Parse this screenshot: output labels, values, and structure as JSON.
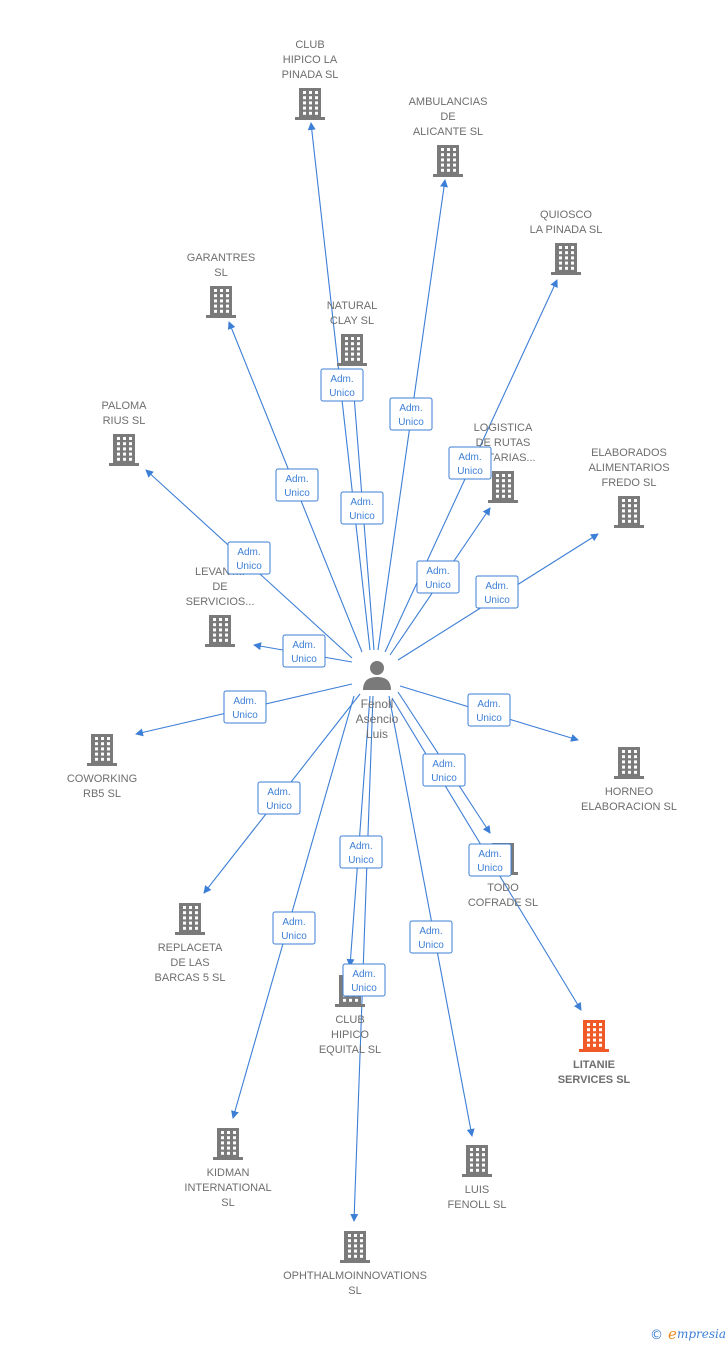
{
  "center": {
    "name_lines": [
      "Fenoll",
      "Asencio",
      "Luis"
    ],
    "icon": "person-icon"
  },
  "relation_label_lines": [
    "Adm.",
    "Unico"
  ],
  "colors": {
    "edge": "#3d7fd6",
    "company_icon": "#7a7a7a",
    "highlight_icon": "#f05a28",
    "person_icon": "#7a7a7a",
    "label": "#6e6e6e"
  },
  "companies": [
    {
      "id": "club-hipico-la-pinada",
      "lines": [
        "CLUB",
        "HIPICO LA",
        "PINADA SL"
      ],
      "highlight": false
    },
    {
      "id": "ambulancias-de-alicante",
      "lines": [
        "AMBULANCIAS",
        "DE",
        "ALICANTE SL"
      ],
      "highlight": false
    },
    {
      "id": "quiosco-la-pinada",
      "lines": [
        "QUIOSCO",
        "LA PINADA SL"
      ],
      "highlight": false
    },
    {
      "id": "garantres",
      "lines": [
        "GARANTRES",
        "SL"
      ],
      "highlight": false
    },
    {
      "id": "natural-clay",
      "lines": [
        "NATURAL",
        "CLAY SL"
      ],
      "highlight": false
    },
    {
      "id": "paloma-rius",
      "lines": [
        "PALOMA",
        "RIUS SL"
      ],
      "highlight": false
    },
    {
      "id": "logistica-de-rutas",
      "lines": [
        "LOGISTICA",
        "DE RUTAS",
        "...NTARIAS..."
      ],
      "highlight": false
    },
    {
      "id": "elaborados-alimentarios-fredo",
      "lines": [
        "ELABORADOS",
        "ALIMENTARIOS",
        "FREDO SL"
      ],
      "highlight": false
    },
    {
      "id": "levante-de-servicios",
      "lines": [
        "LEVANT...",
        "DE",
        "SERVICIOS..."
      ],
      "highlight": false
    },
    {
      "id": "coworking-rb5",
      "lines": [
        "COWORKING",
        "RB5 SL"
      ],
      "highlight": false
    },
    {
      "id": "horneo-elaboracion",
      "lines": [
        "HORNEO",
        "ELABORACION SL"
      ],
      "highlight": false
    },
    {
      "id": "todo-cofrade",
      "lines": [
        "TODO",
        "COFRADE SL"
      ],
      "highlight": false
    },
    {
      "id": "replaceta-de-las-barcas-5",
      "lines": [
        "REPLACETA",
        "DE LAS",
        "BARCAS 5 SL"
      ],
      "highlight": false
    },
    {
      "id": "club-hipico-equital",
      "lines": [
        "CLUB",
        "HIPICO",
        "EQUITAL SL"
      ],
      "highlight": false
    },
    {
      "id": "litanie-services",
      "lines": [
        "LITANIE",
        "SERVICES SL"
      ],
      "highlight": true
    },
    {
      "id": "kidman-international",
      "lines": [
        "KIDMAN",
        "INTERNATIONAL",
        "SL"
      ],
      "highlight": false
    },
    {
      "id": "luis-fenoll",
      "lines": [
        "LUIS",
        "FENOLL SL"
      ],
      "highlight": false
    },
    {
      "id": "ophthalmoinnovations",
      "lines": [
        "OPHTHALMOINNOVATIONS",
        "SL"
      ],
      "highlight": false
    }
  ],
  "watermark": {
    "copyright": "©",
    "brand_initial": "e",
    "brand_rest": "mpresia"
  }
}
